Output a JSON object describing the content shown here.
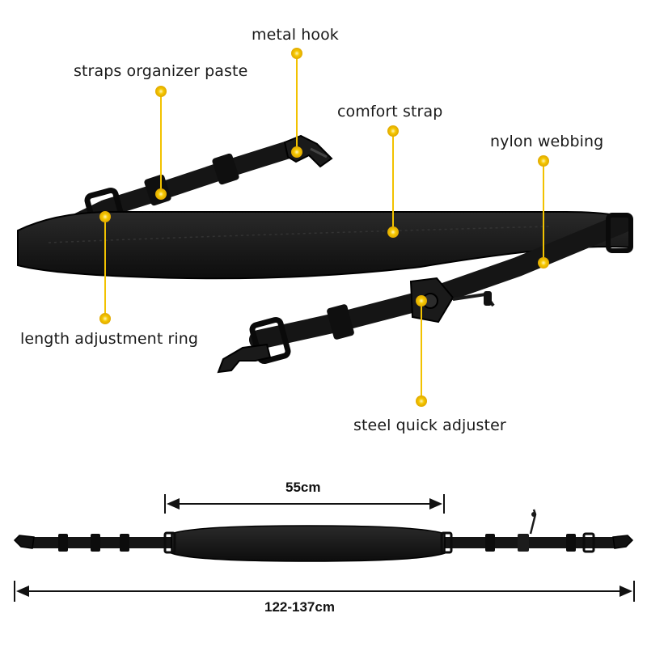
{
  "labels": {
    "metal_hook": "metal hook",
    "straps_organizer_paste": "straps organizer paste",
    "comfort_strap": "comfort strap",
    "nylon_webbing": "nylon webbing",
    "length_adjustment_ring": "length adjustment ring",
    "steel_quick_adjuster": "steel quick adjuster"
  },
  "dimensions": {
    "pad_length": "55cm",
    "total_length": "122-137cm"
  },
  "colors": {
    "callout": "#f2c200",
    "strap": "#151515",
    "pad": "#1e1e1e"
  }
}
